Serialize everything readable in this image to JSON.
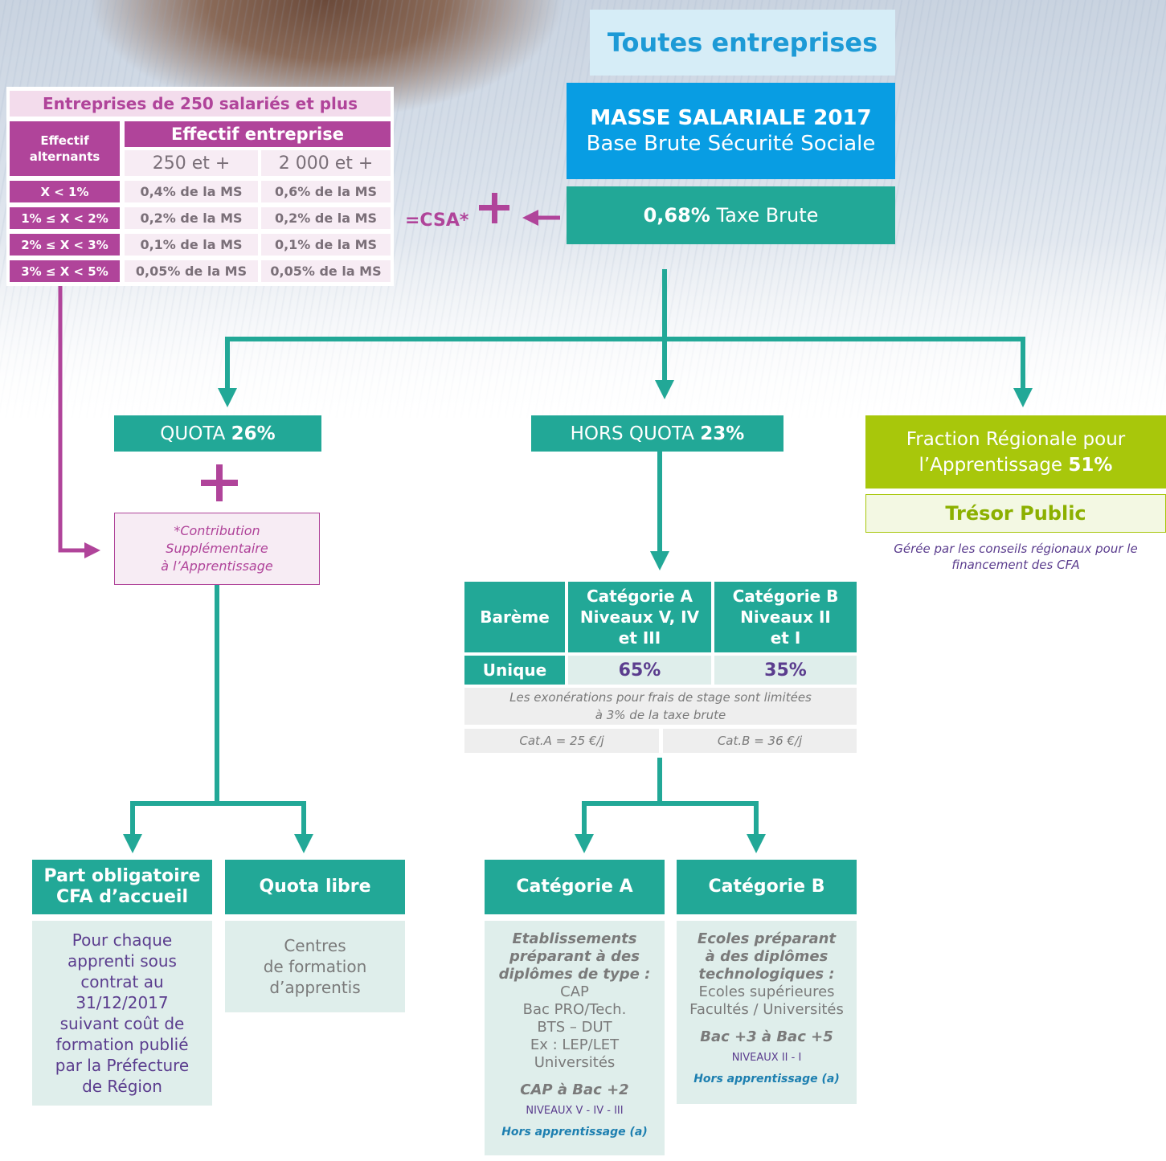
{
  "toutes": "Toutes entreprises",
  "masse": {
    "title": "MASSE SALARIALE 2017",
    "subtitle": "Base Brute Sécurité Sociale"
  },
  "taxe": {
    "bold": "0,68%",
    "text": " Taxe Brute"
  },
  "csa": "=CSA*",
  "left_table": {
    "title": "Entreprises de 250 salariés et plus",
    "row_header": "Effectif alternants",
    "col_header": "Effectif entreprise",
    "cols": [
      "250 et +",
      "2 000 et +"
    ],
    "rows": [
      {
        "label": "X < 1%",
        "v1": "0,4% de la MS",
        "v2": "0,6% de la MS"
      },
      {
        "label": "1% ≤ X < 2%",
        "v1": "0,2% de la MS",
        "v2": "0,2% de la MS"
      },
      {
        "label": "2% ≤ X < 3%",
        "v1": "0,1% de la MS",
        "v2": "0,1% de la MS"
      },
      {
        "label": "3% ≤ X < 5%",
        "v1": "0,05% de la MS",
        "v2": "0,05% de la MS"
      }
    ]
  },
  "quota": {
    "text": "QUOTA ",
    "pct": "26%"
  },
  "hors_quota": {
    "text": "HORS QUOTA ",
    "pct": "23%"
  },
  "fraction": {
    "line1": "Fraction Régionale pour",
    "line2": "l’Apprentissage ",
    "pct": "51%"
  },
  "tresor": "Trésor Public",
  "geree": {
    "line1": "Gérée par les conseils régionaux pour le",
    "line2": "financement des CFA"
  },
  "contribution": {
    "line1": "*Contribution",
    "line2": "Supplémentaire",
    "line3": "à l’Apprentissage"
  },
  "bareme": {
    "label": "Barème",
    "unique": "Unique",
    "cat_a": {
      "l1": "Catégorie A",
      "l2": "Niveaux V, IV",
      "l3": "et III"
    },
    "cat_b": {
      "l1": "Catégorie B",
      "l2": "Niveaux II",
      "l3": "et I"
    },
    "val_a": "65%",
    "val_b": "35%",
    "exo1": "Les exonérations pour frais de stage sont limitées",
    "exo2": "à 3% de la taxe brute",
    "cat_a_rate": "Cat.A = 25 €/j",
    "cat_b_rate": "Cat.B = 36 €/j"
  },
  "part_oblig": {
    "h1": "Part obligatoire",
    "h2": "CFA d’accueil",
    "body": [
      "Pour chaque",
      "apprenti sous",
      "contrat au",
      "31/12/2017",
      "suivant coût de",
      "formation publié",
      "par la Préfecture",
      "de Région"
    ]
  },
  "quota_libre": {
    "head": "Quota libre",
    "body": [
      "Centres",
      "de formation",
      "d’apprentis"
    ]
  },
  "categorie_a": {
    "head": "Catégorie A",
    "intro": [
      "Etablissements",
      "préparant à des",
      "diplômes de type :"
    ],
    "items": [
      "CAP",
      "Bac PRO/Tech.",
      "BTS – DUT",
      "Ex : LEP/LET",
      "Universités"
    ],
    "range": "CAP à Bac +2",
    "levels": "NIVEAUX V - IV - III",
    "hors": "Hors apprentissage (a)"
  },
  "categorie_b": {
    "head": "Catégorie B",
    "intro": [
      "Ecoles préparant",
      "à des diplômes",
      "technologiques :"
    ],
    "items": [
      "Ecoles supérieures",
      "Facultés / Universités"
    ],
    "range": "Bac +3 à Bac +5",
    "levels": "NIVEAUX II - I",
    "hors": "Hors apprentissage (a)"
  },
  "colors": {
    "teal": "#22a897",
    "magenta": "#b0449a",
    "blue": "#089de3",
    "green": "#a8c70b",
    "purple": "#5b3d8e"
  }
}
